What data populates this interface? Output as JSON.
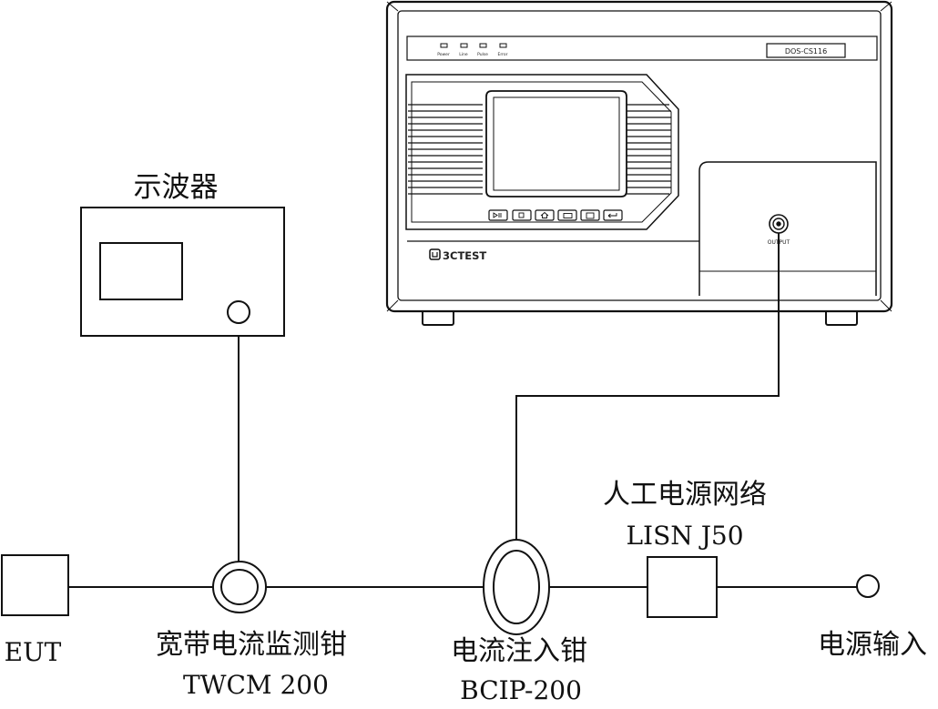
{
  "labels": {
    "oscilloscope": "示波器",
    "eut": "EUT",
    "twcm_name": "宽带电流监测钳",
    "twcm_model": "TWCM 200",
    "bcip_name": "电流注入钳",
    "bcip_model": "BCIP-200",
    "lisn_name": "人工电源网络",
    "lisn_model": "LISN J50",
    "power_input": "电源输入"
  },
  "generator": {
    "model": "DOS-CS116",
    "brand": "3CTEST",
    "output_label": "OUTPUT",
    "leds": [
      "Power",
      "Line",
      "Pulse",
      "Error"
    ]
  }
}
